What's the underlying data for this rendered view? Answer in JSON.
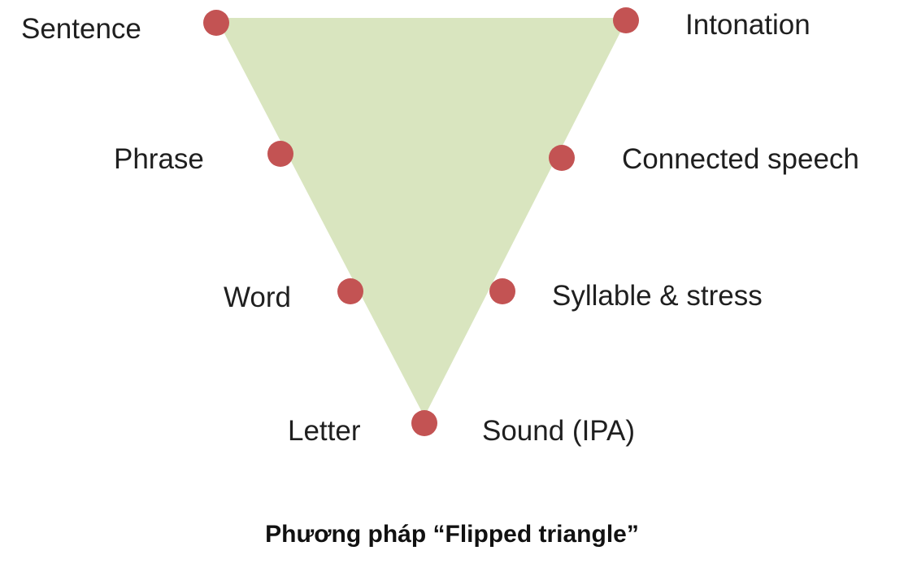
{
  "colors": {
    "triangle_fill": "#d9e5bf",
    "dot_fill": "#c35353",
    "text": "#1f1f1f"
  },
  "left_labels": {
    "sentence": "Sentence",
    "phrase": "Phrase",
    "word": "Word",
    "letter": "Letter"
  },
  "right_labels": {
    "intonation": "Intonation",
    "connected_speech": "Connected speech",
    "syllable_stress": "Syllable & stress",
    "sound": "Sound (IPA)"
  },
  "caption": "Phương pháp “Flipped triangle”"
}
